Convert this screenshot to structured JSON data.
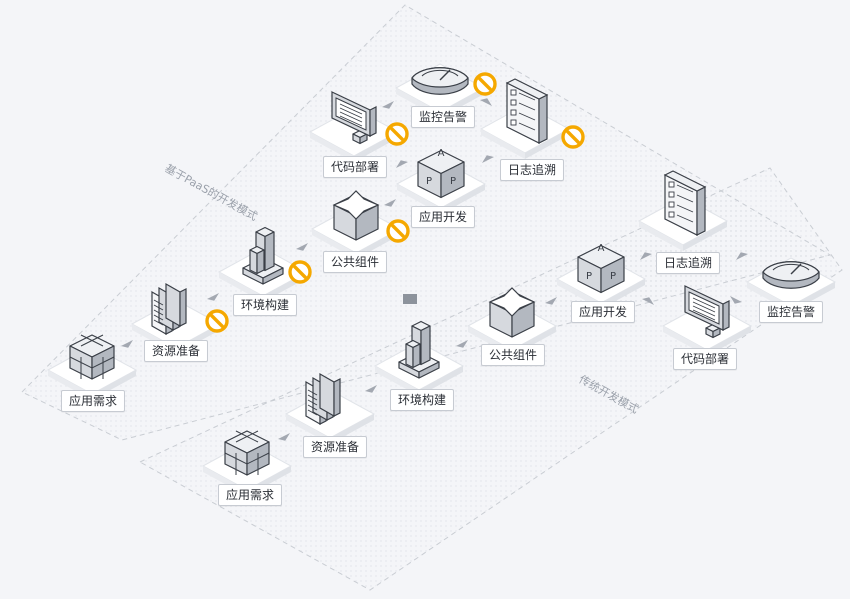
{
  "zones": [
    {
      "id": "paas",
      "title": "基于PaaS的开发模式"
    },
    {
      "id": "traditional",
      "title": "传统开发模式"
    }
  ],
  "nodes": {
    "paas": [
      {
        "id": "req",
        "label": "应用需求",
        "icon": "cube-grid-icon",
        "blocked": false
      },
      {
        "id": "res",
        "label": "资源准备",
        "icon": "server-rack-icon",
        "blocked": true
      },
      {
        "id": "env",
        "label": "环境构建",
        "icon": "building-icon",
        "blocked": true
      },
      {
        "id": "com",
        "label": "公共组件",
        "icon": "component-cross-icon",
        "blocked": true
      },
      {
        "id": "dev",
        "label": "应用开发",
        "icon": "app-cube-icon",
        "blocked": false
      },
      {
        "id": "dep",
        "label": "代码部署",
        "icon": "monitor-icon",
        "blocked": true
      },
      {
        "id": "mon",
        "label": "监控告警",
        "icon": "gauge-icon",
        "blocked": true
      },
      {
        "id": "log",
        "label": "日志追溯",
        "icon": "checklist-icon",
        "blocked": true
      }
    ],
    "traditional": [
      {
        "id": "req",
        "label": "应用需求",
        "icon": "cube-grid-icon"
      },
      {
        "id": "res",
        "label": "资源准备",
        "icon": "server-rack-icon"
      },
      {
        "id": "env",
        "label": "环境构建",
        "icon": "building-icon"
      },
      {
        "id": "com",
        "label": "公共组件",
        "icon": "component-cross-icon"
      },
      {
        "id": "dev",
        "label": "应用开发",
        "icon": "app-cube-icon"
      },
      {
        "id": "dep",
        "label": "代码部署",
        "icon": "monitor-icon"
      },
      {
        "id": "mon",
        "label": "监控告警",
        "icon": "gauge-icon"
      },
      {
        "id": "log",
        "label": "日志追溯",
        "icon": "checklist-icon"
      }
    ]
  },
  "app_cube_letters": [
    "A",
    "P",
    "P"
  ],
  "colors": {
    "background": "#f4f5f8",
    "tile": "#e9ebef",
    "icon_top": "#eef0f3",
    "icon_left": "#d6d9de",
    "icon_right": "#b3b8c0",
    "icon_stroke": "#3a3f47",
    "arrow": "#a3a8b1",
    "blocked": "#f5a800",
    "zone_border": "#c9cdd3"
  }
}
